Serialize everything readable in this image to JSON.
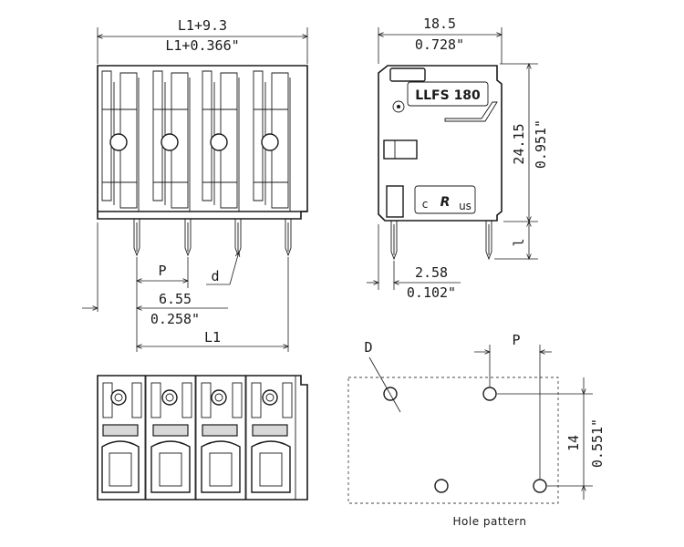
{
  "front_view": {
    "dim_top_mm": "L1+9.3",
    "dim_top_in": "L1+0.366\"",
    "pitch": "P",
    "pin_dia": "d",
    "offset_mm": "6.55",
    "offset_in": "0.258\"",
    "length": "L1"
  },
  "side_view": {
    "width_mm": "18.5",
    "width_in": "0.728\"",
    "height_mm": "24.15",
    "height_in": "0.951\"",
    "pin_len": "l",
    "pin_off_mm": "2.58",
    "pin_off_in": "0.102\"",
    "label": "LLFS 180",
    "cert_c": "c",
    "cert_r": "R",
    "cert_us": "us"
  },
  "hole_pattern": {
    "hole_dia": "D",
    "pitch": "P",
    "row_mm": "14",
    "row_in": "0.551\"",
    "caption": "Hole pattern"
  }
}
